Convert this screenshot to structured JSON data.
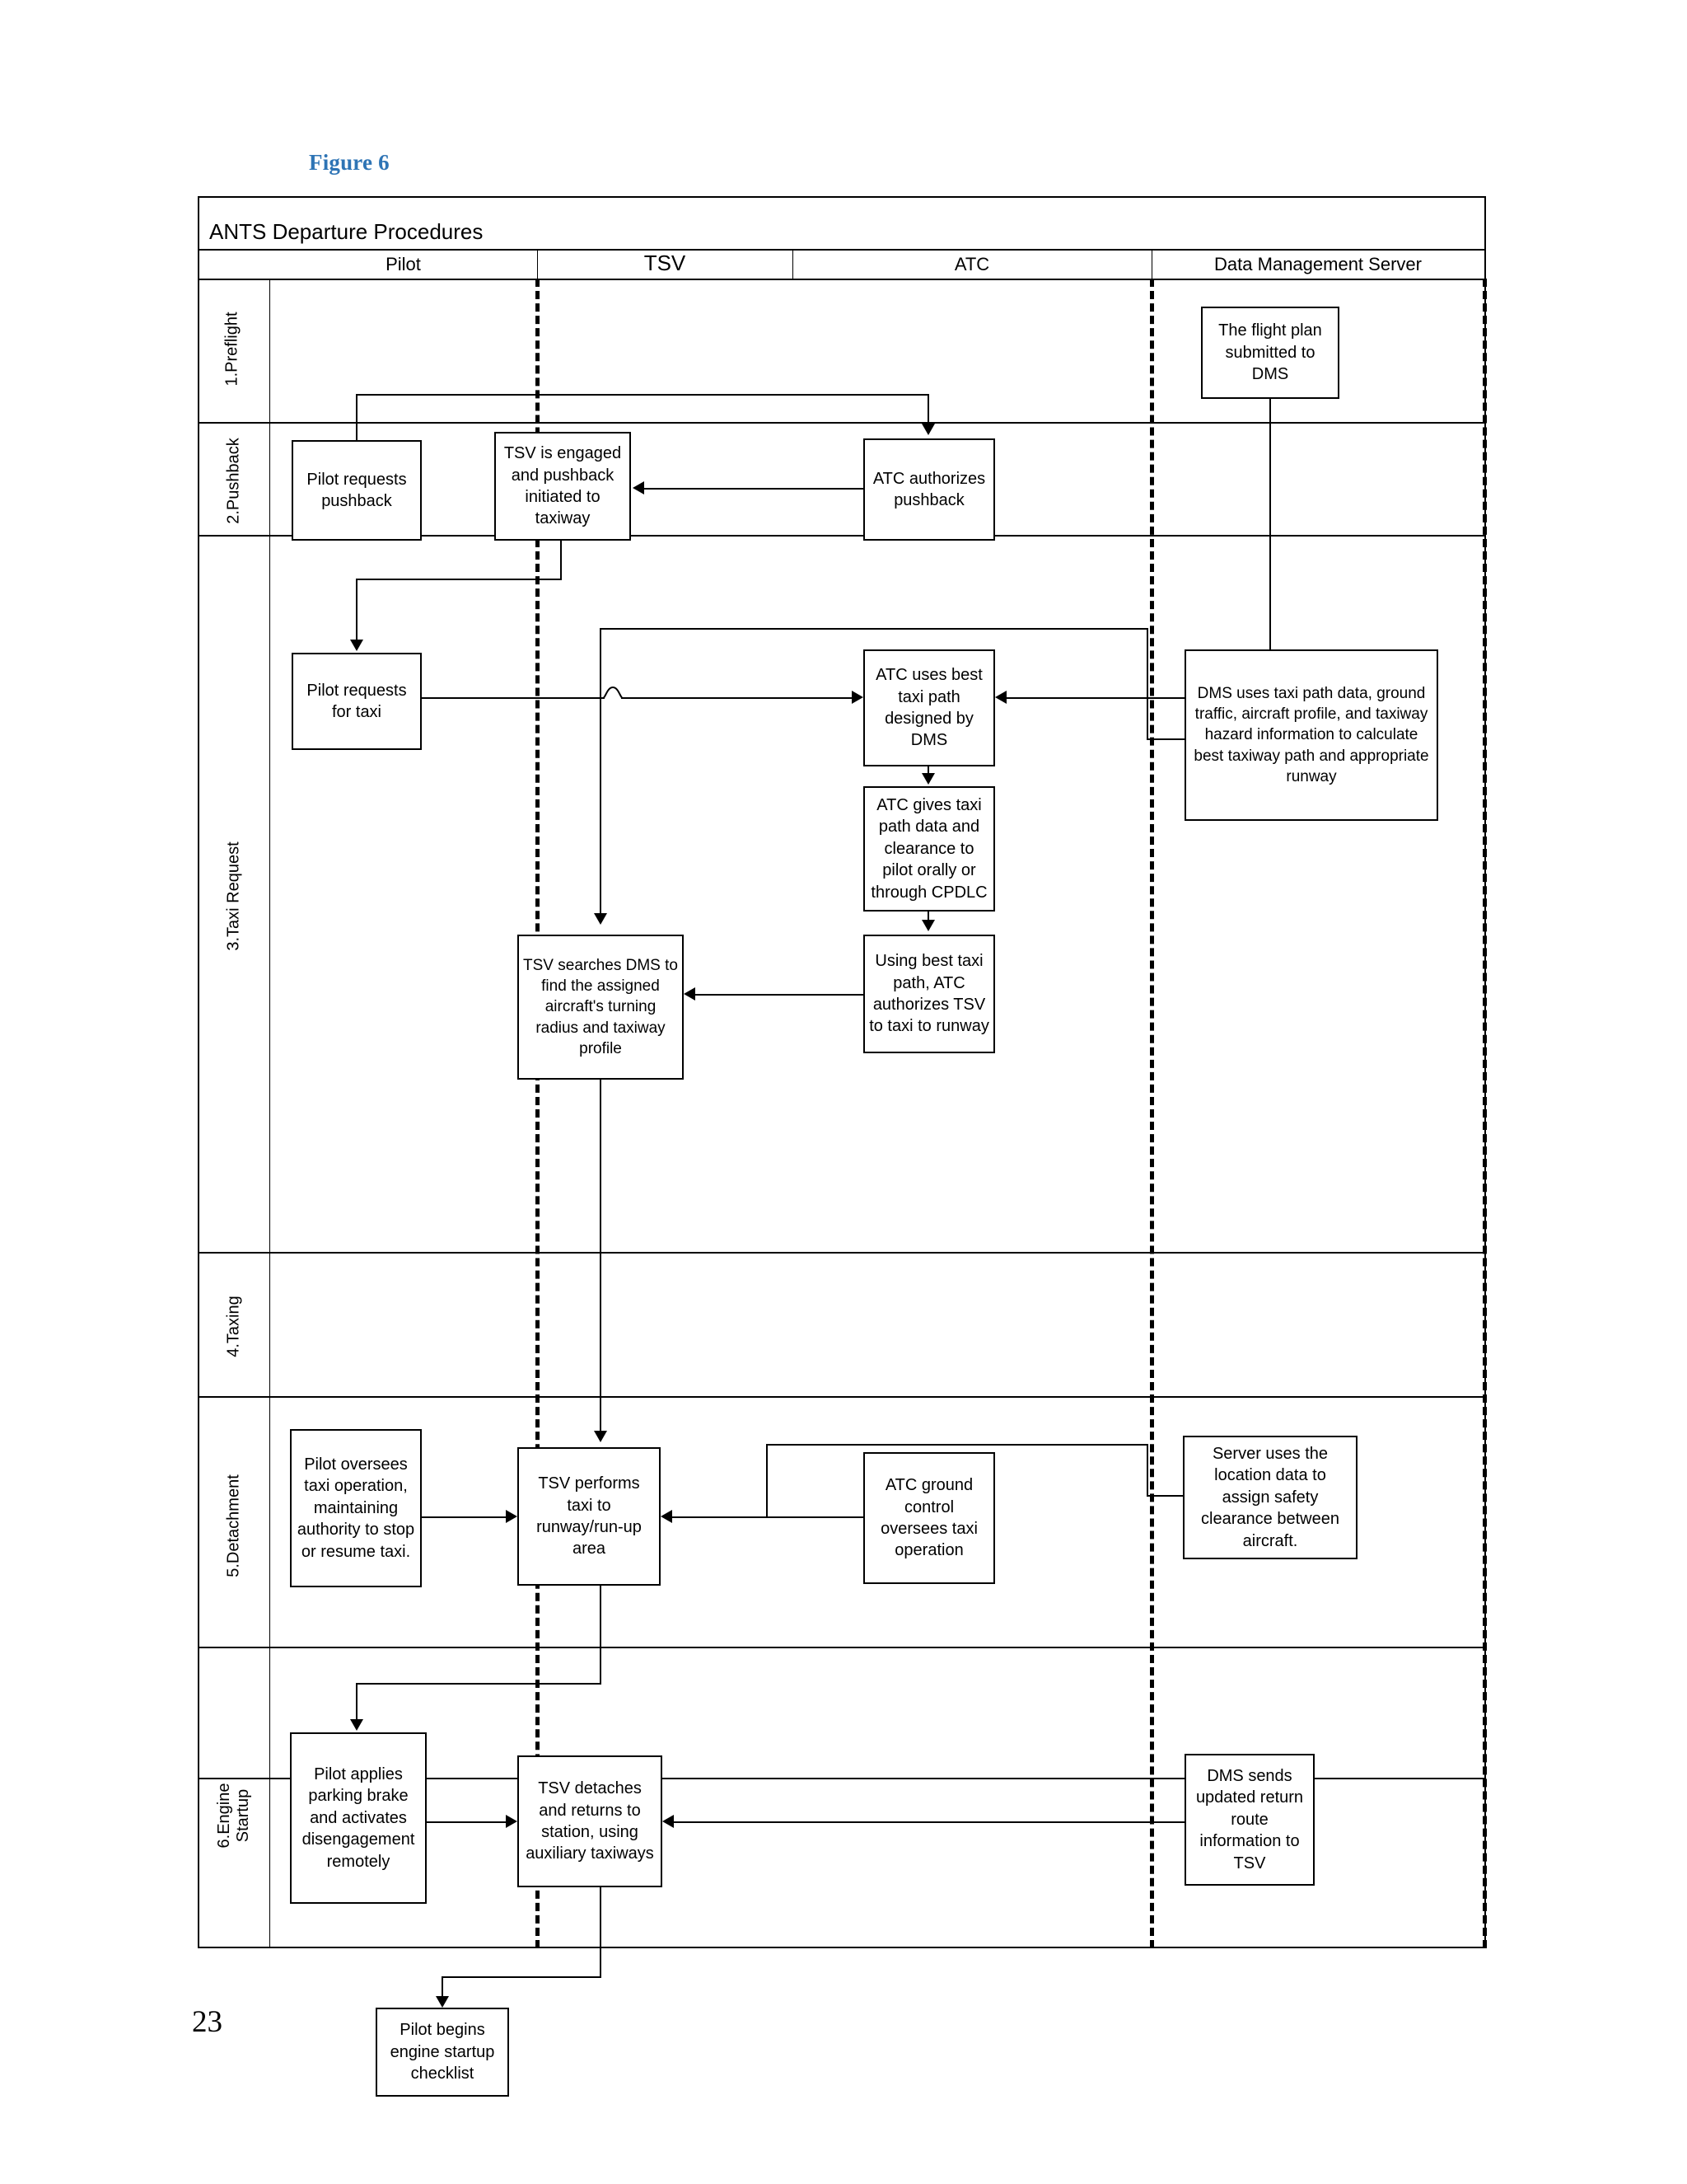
{
  "figure": {
    "caption": "Figure 6",
    "page_number": "23"
  },
  "diagram": {
    "title": "ANTS Departure Procedures",
    "columns": [
      {
        "label": "Pilot"
      },
      {
        "label": "TSV"
      },
      {
        "label": "ATC"
      },
      {
        "label": "Data Management Server"
      }
    ],
    "rows": [
      {
        "label": "1.Preflight"
      },
      {
        "label": "2.Pushback"
      },
      {
        "label": "3.Taxi Request"
      },
      {
        "label": "4.Taxing"
      },
      {
        "label": "5.Detachment"
      },
      {
        "label": "6.Engine\nStartup"
      }
    ],
    "nodes": {
      "flight_plan": "The flight plan submitted to DMS",
      "pilot_requests_pushback": "Pilot requests pushback",
      "tsv_engaged": "TSV is engaged and pushback initiated to taxiway",
      "atc_authorizes_pushback": "ATC authorizes pushback",
      "pilot_requests_taxi": "Pilot requests for taxi",
      "atc_uses_best_path": "ATC uses best taxi path designed by DMS",
      "dms_calculates": "DMS uses taxi path data, ground traffic, aircraft profile, and taxiway hazard information to calculate best taxiway path and appropriate runway",
      "atc_gives_taxi_path": "ATC gives taxi path data and clearance to pilot orally or through CPDLC",
      "tsv_searches_dms": "TSV searches DMS to find the assigned aircraft's turning radius and taxiway profile",
      "atc_authorizes_tsv": "Using best taxi path, ATC authorizes TSV to taxi to runway",
      "pilot_oversees_taxi": "Pilot oversees taxi operation, maintaining authority to stop or resume taxi.",
      "tsv_performs_taxi": "TSV performs taxi to runway/run-up area",
      "atc_ground_control": "ATC ground control oversees taxi operation",
      "server_safety_clearance": "Server uses the location data to assign safety clearance between aircraft.",
      "pilot_parking_brake": "Pilot applies parking brake and activates disengagement remotely",
      "tsv_detaches": "TSV detaches and returns to station, using auxiliary taxiways",
      "dms_return_route": "DMS sends updated return route information to TSV",
      "pilot_engine_checklist": "Pilot begins engine startup checklist"
    }
  }
}
